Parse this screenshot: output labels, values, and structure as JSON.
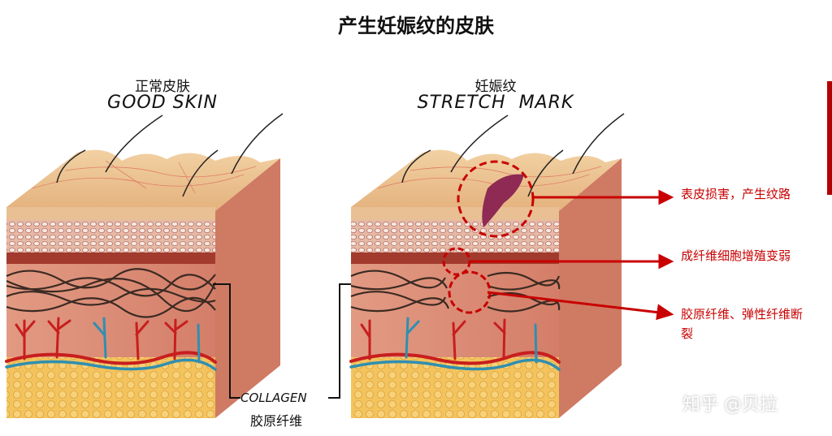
{
  "title": "产生妊娠纹的皮肤",
  "good_skin": {
    "cn": "正常皮肤",
    "en": "GOOD SKIN"
  },
  "stretch_mark": {
    "cn": "妊娠纹",
    "en": "STRETCH  MARK"
  },
  "annotations": [
    "表皮损害，产生纹路",
    "成纤维细胞增殖变弱",
    "胶原纤维、弹性纤维断",
    "裂"
  ],
  "collagen": {
    "en": "COLLAGEN",
    "cn": "胶原纤维"
  },
  "watermark": "知乎 @贝拉",
  "colors": {
    "annotation": "#c80000",
    "epidermis": "#e9bd8a",
    "dermis": "#d98470",
    "fat": "#f2c15a",
    "collagen_fiber": "#3b2a22",
    "vein": "#2f8fb0",
    "artery": "#c81e1e"
  }
}
